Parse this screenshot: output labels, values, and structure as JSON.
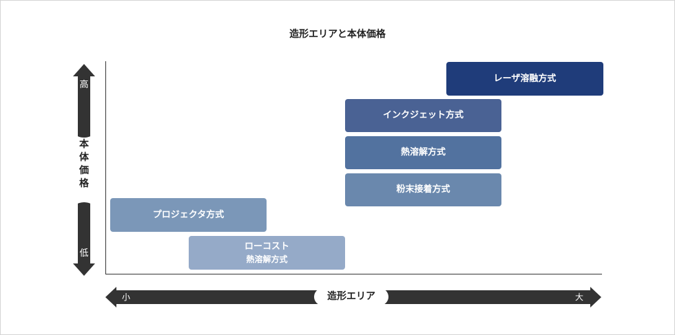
{
  "title": "造形エリアと本体価格",
  "y_axis": {
    "title_chars": [
      "本",
      "体",
      "価",
      "格"
    ],
    "high": "高",
    "low": "低"
  },
  "x_axis": {
    "title": "造形エリア",
    "small": "小",
    "large": "大"
  },
  "methods": [
    {
      "line1": "レーザ溶融方式",
      "color": "#1f3c7a"
    },
    {
      "line1": "インクジェット方式",
      "color": "#4a6294"
    },
    {
      "line1": "熱溶解方式",
      "color": "#52729f"
    },
    {
      "line1": "粉末接着方式",
      "color": "#6a88ad"
    },
    {
      "line1": "プロジェクタ方式",
      "color": "#7b97b8"
    },
    {
      "line1": "ローコスト",
      "line2": "熱溶解方式",
      "color": "#95aac8"
    }
  ],
  "arrow_color": "#333333"
}
